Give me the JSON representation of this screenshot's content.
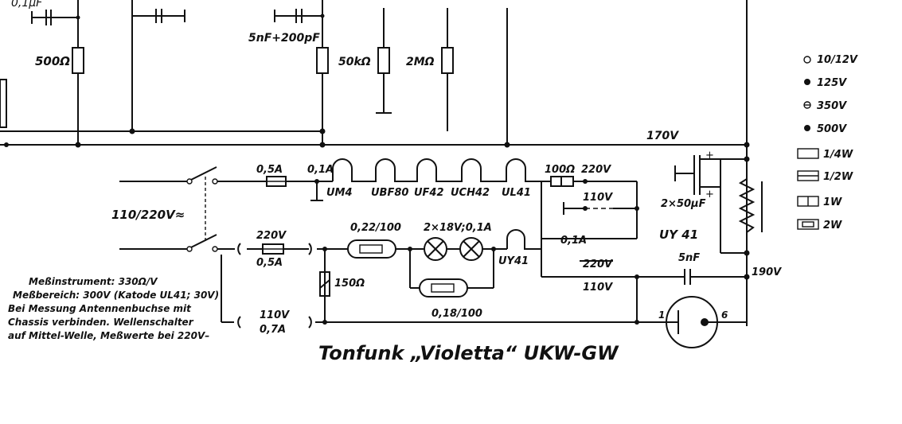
{
  "title": "Tonfunk „Violetta“ UKW-GW",
  "top_labels": {
    "cap_top_left": "0,1µF",
    "cap_top_mid": "5nF+200pF",
    "r_500": "500Ω",
    "r_50k": "50kΩ",
    "r_2m": "2MΩ",
    "rail_170": "170V"
  },
  "filament": {
    "mains": "110/220V≈",
    "fuse1": "0,5A",
    "fuse_cur": "0,1A",
    "tubes": [
      "UM4",
      "UBF80",
      "UF42",
      "UCH42",
      "UL41"
    ],
    "r_100": "100Ω",
    "v_220_top": "220V",
    "v_110_top": "110V",
    "fuse2_v": "220V",
    "fuse2_a": "0,5A",
    "ntc1": "0,22/100",
    "lamps": "2×18V;0,1A",
    "uy41_tube": "UY41",
    "current_01": "0,1A",
    "v_220_bottom": "220V",
    "v_110_bottom": "110V",
    "ntc2": "0,18/100",
    "r_150": "150Ω",
    "tap_110": "110V",
    "tap_07": "0,7A",
    "elko": "2×50µF",
    "rect_label": "UY 41",
    "cap_5n": "5nF",
    "rail_190": "190V",
    "pin1": "1",
    "pin6": "6"
  },
  "notes": [
    "Meßinstrument: 330Ω/V",
    "Meßbereich: 300V (Katode UL41; 30V)",
    "Bei Messung Antennenbuchse mit",
    "Chassis verbinden. Wellenschalter",
    "auf Mittel-Welle, Meßwerte bei 220V–"
  ],
  "legend": {
    "voltages": [
      "10/12V",
      "125V",
      "350V",
      "500V"
    ],
    "wattages": [
      "1/4W",
      "1/2W",
      "1W",
      "2W"
    ]
  }
}
